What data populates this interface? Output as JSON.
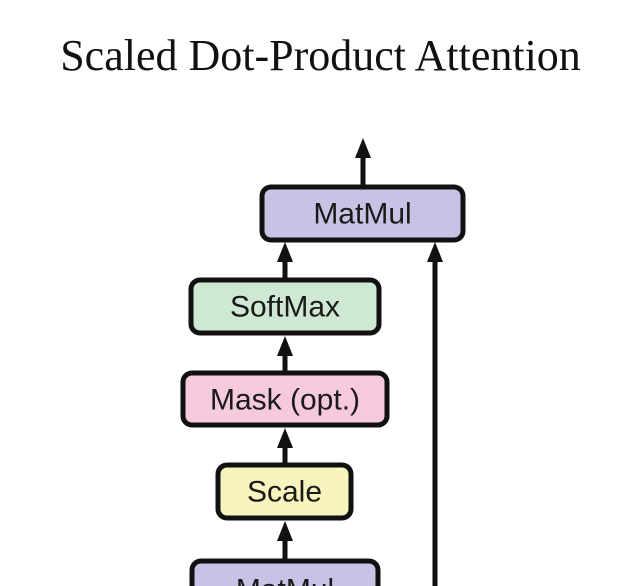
{
  "title": "Scaled Dot-Product Attention",
  "colors": {
    "matmul": "#c8c3e4",
    "softmax": "#cfe8d4",
    "mask": "#f6c9dd",
    "scale": "#f8f4bd",
    "stroke": "#111111"
  },
  "blocks": {
    "matmul_top": "MatMul",
    "softmax": "SoftMax",
    "mask": "Mask (opt.)",
    "scale": "Scale",
    "matmul_bottom": "MatMul"
  }
}
